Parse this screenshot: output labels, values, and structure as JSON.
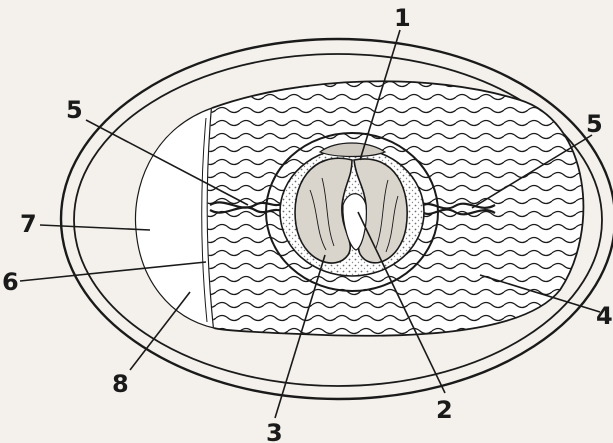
{
  "diagram": {
    "labels": [
      {
        "id": "1",
        "text": "1"
      },
      {
        "id": "2",
        "text": "2"
      },
      {
        "id": "3",
        "text": "3"
      },
      {
        "id": "4",
        "text": "4"
      },
      {
        "id": "5a",
        "text": "5"
      },
      {
        "id": "5b",
        "text": "5"
      },
      {
        "id": "6",
        "text": "6"
      },
      {
        "id": "7",
        "text": "7"
      },
      {
        "id": "8",
        "text": "8"
      }
    ]
  },
  "colors": {
    "ink": "#1a1a1a",
    "paper": "#f4f1ec",
    "white": "#ffffff",
    "stipple": "#9a948a"
  }
}
